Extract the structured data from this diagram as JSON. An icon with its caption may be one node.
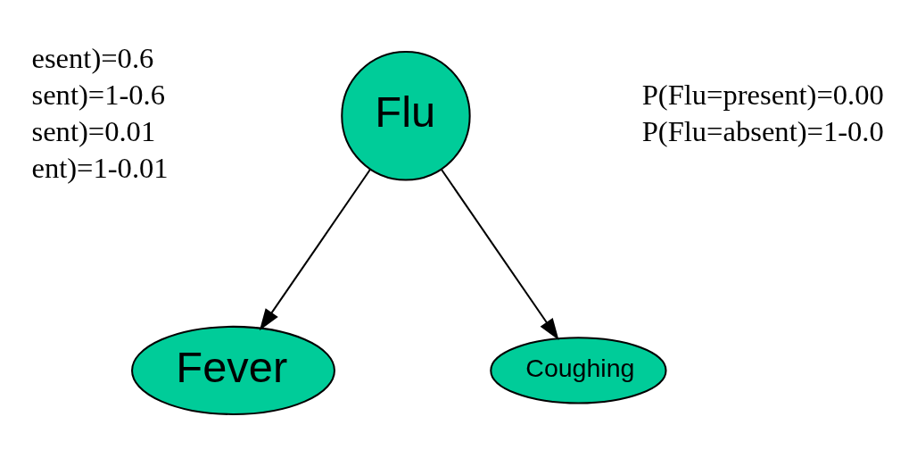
{
  "diagram": {
    "nodes": [
      {
        "text": [
          "Flu"
        ]
      },
      {
        "text": [
          "Fever"
        ]
      },
      {
        "text": [
          "Coughing"
        ]
      }
    ],
    "edges": [
      {
        "from": 0,
        "to": 1,
        "arrow": "to"
      },
      {
        "from": 0,
        "to": 2,
        "arrow": "to"
      }
    ],
    "labels": [
      "P(Flu=present)=0.00",
      "P(Flu=absent)=1-0.0",
      "esent)=0.6",
      "sent)=1-0.6",
      "sent)=0.01",
      "ent)=1-0.01"
    ]
  }
}
